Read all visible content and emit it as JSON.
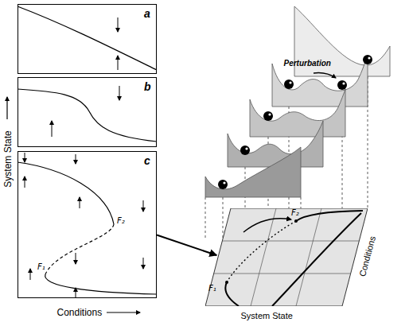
{
  "diagram": {
    "nodes": [
      {
        "text": [
          "a"
        ]
      },
      {
        "text": [
          "b"
        ]
      },
      {
        "text": [
          "c",
          "F₁",
          "F₂"
        ]
      },
      {
        "text": [
          "F₁",
          "F₂"
        ]
      }
    ],
    "edges": [
      {
        "from": 2,
        "to": 3,
        "arrow": "to"
      }
    ],
    "labels": [
      "System State",
      "Conditions",
      "Perturbation",
      "System State",
      "Conditions"
    ]
  }
}
